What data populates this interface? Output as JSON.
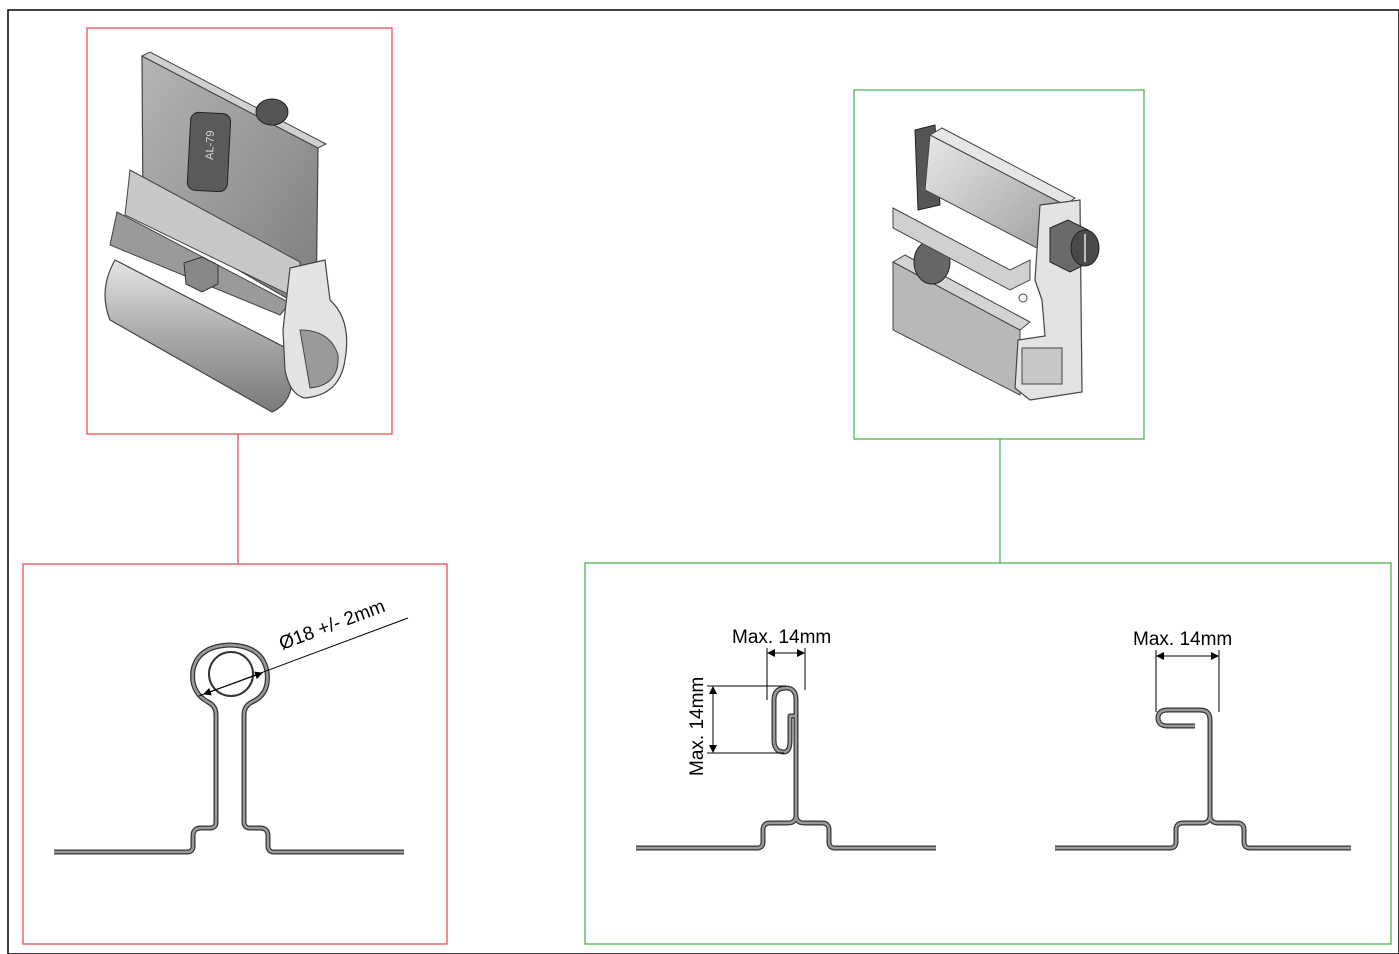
{
  "colors": {
    "red_frame": "#e8434a",
    "green_frame": "#3cb043",
    "outer_frame": "#000000",
    "profile_fill": "#9a9a9a",
    "profile_stroke": "#333333",
    "metal_light": "#d8d8d8",
    "metal_mid": "#a8a8a8",
    "metal_dark": "#6e6e6e"
  },
  "clamp_round": {
    "part_marking": "AL-79",
    "icon": "round-seam-clamp-render"
  },
  "clamp_angle": {
    "icon": "angle-seam-clamp-render"
  },
  "round_seam": {
    "diameter_label": "Ø18 +/- 2mm"
  },
  "double_fold_seam": {
    "width_label": "Max. 14mm",
    "height_label": "Max. 14mm"
  },
  "angle_seam": {
    "width_label": "Max. 14mm"
  }
}
